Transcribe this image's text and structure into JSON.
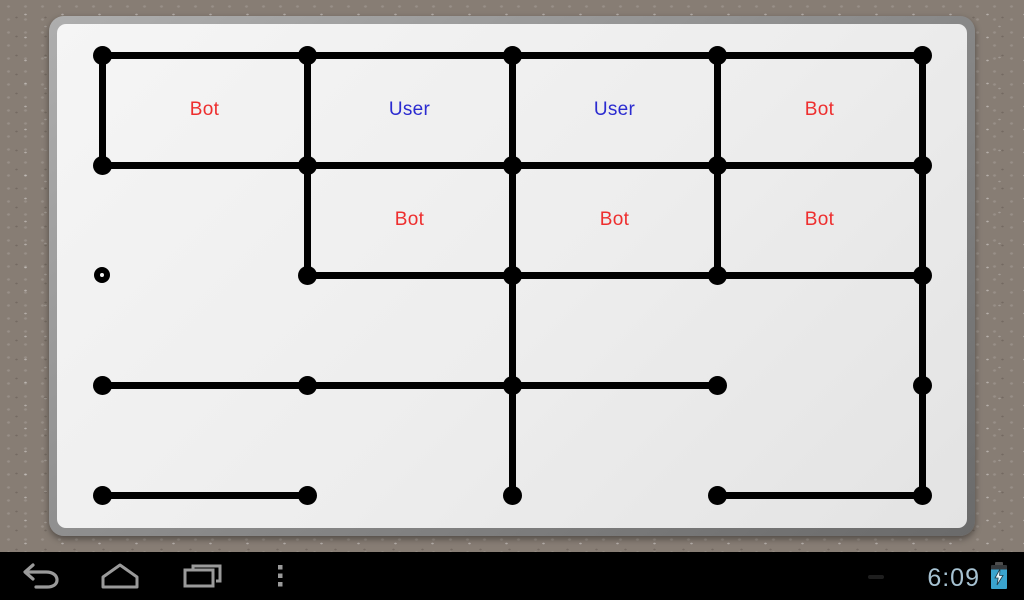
{
  "board": {
    "grid": {
      "cols": 5,
      "rows": 5
    },
    "edges_horizontal": [
      {
        "row": 0,
        "col": 0
      },
      {
        "row": 0,
        "col": 1
      },
      {
        "row": 0,
        "col": 2
      },
      {
        "row": 0,
        "col": 3
      },
      {
        "row": 1,
        "col": 0
      },
      {
        "row": 1,
        "col": 1
      },
      {
        "row": 1,
        "col": 2
      },
      {
        "row": 1,
        "col": 3
      },
      {
        "row": 2,
        "col": 1
      },
      {
        "row": 2,
        "col": 2
      },
      {
        "row": 2,
        "col": 3
      },
      {
        "row": 3,
        "col": 0
      },
      {
        "row": 3,
        "col": 1
      },
      {
        "row": 3,
        "col": 2
      },
      {
        "row": 4,
        "col": 0
      },
      {
        "row": 4,
        "col": 3
      }
    ],
    "edges_vertical": [
      {
        "col": 0,
        "row": 0
      },
      {
        "col": 1,
        "row": 0
      },
      {
        "col": 1,
        "row": 1
      },
      {
        "col": 2,
        "row": 0
      },
      {
        "col": 2,
        "row": 1
      },
      {
        "col": 2,
        "row": 2
      },
      {
        "col": 2,
        "row": 3
      },
      {
        "col": 3,
        "row": 0
      },
      {
        "col": 3,
        "row": 1
      },
      {
        "col": 4,
        "row": 0
      },
      {
        "col": 4,
        "row": 1
      },
      {
        "col": 4,
        "row": 2
      },
      {
        "col": 4,
        "row": 3
      }
    ],
    "claimed_boxes": [
      {
        "row": 0,
        "col": 0,
        "owner": "Bot"
      },
      {
        "row": 0,
        "col": 1,
        "owner": "User"
      },
      {
        "row": 0,
        "col": 2,
        "owner": "User"
      },
      {
        "row": 0,
        "col": 3,
        "owner": "Bot"
      },
      {
        "row": 1,
        "col": 1,
        "owner": "Bot"
      },
      {
        "row": 1,
        "col": 2,
        "owner": "Bot"
      },
      {
        "row": 1,
        "col": 3,
        "owner": "Bot"
      }
    ],
    "highlighted_dot": {
      "row": 2,
      "col": 0
    },
    "colors": {
      "bot_label": "#ee2e2e",
      "user_label": "#2b2bd0",
      "line": "#000000"
    }
  },
  "navbar": {
    "icons": [
      "back",
      "home",
      "recent-apps",
      "menu-overflow"
    ],
    "clock": "6:09",
    "battery_status": "charging"
  }
}
